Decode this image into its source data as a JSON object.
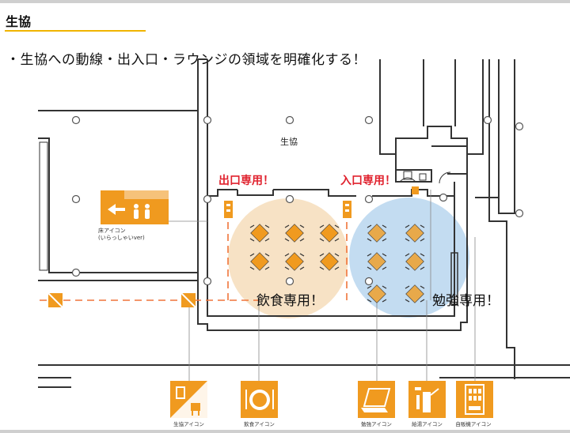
{
  "slide": {
    "title": "生協",
    "bullet": "・生協への動線・出入口・ラウンジの領域を明確化する！"
  },
  "map": {
    "room_label": "生協",
    "exit_note": "出口専用！",
    "entrance_note": "入口専用！",
    "eating_zone": "飲食専用！",
    "study_zone": "勉強専用！",
    "floor_sign_line1": "床アイコン",
    "floor_sign_line2": "(いらっしゃいver)"
  },
  "icons": [
    {
      "name": "seikyo-icon",
      "label": "生協アイコン"
    },
    {
      "name": "eating-icon",
      "label": "飲食アイコン"
    },
    {
      "name": "study-icon",
      "label": "勉強アイコン"
    },
    {
      "name": "kettle-icon",
      "label": "給湯アイコン"
    },
    {
      "name": "vending-icon",
      "label": "自販機アイコン"
    }
  ],
  "colors": {
    "accent": "#f09a1f",
    "eating_zone": "#f6ddbb",
    "study_zone": "#b9d6ee",
    "note_red": "#e0222e",
    "title_underline": "#f0b400"
  }
}
